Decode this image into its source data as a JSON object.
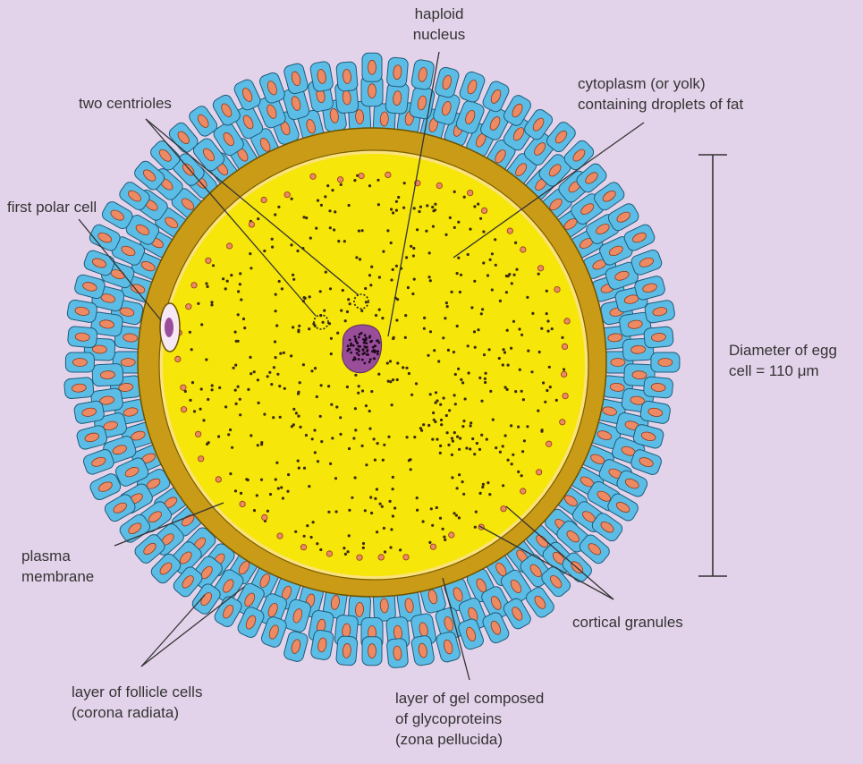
{
  "labels": {
    "haploid_nucleus": [
      "haploid",
      "nucleus"
    ],
    "cytoplasm": [
      "cytoplasm (or yolk)",
      "containing droplets of fat"
    ],
    "two_centrioles": "two centrioles",
    "first_polar_cell": "first polar cell",
    "diameter": [
      "Diameter of egg",
      "cell = 110 μm"
    ],
    "plasma_membrane": [
      "plasma",
      "membrane"
    ],
    "cortical_granules": "cortical granules",
    "follicle_cells": [
      "layer of follicle cells",
      "(corona radiata)"
    ],
    "zona_pellucida": [
      "layer of gel composed",
      "of glycoproteins",
      "(zona pellucida)"
    ]
  },
  "colors": {
    "background": "#e3d3ea",
    "follicle_cell": "#5bbde6",
    "follicle_nucleus": "#ee8a63",
    "zona_pellucida": "#c99b17",
    "cytoplasm": "#f6e60a",
    "nucleus": "#9a4e9a",
    "leader_line": "#333333"
  }
}
